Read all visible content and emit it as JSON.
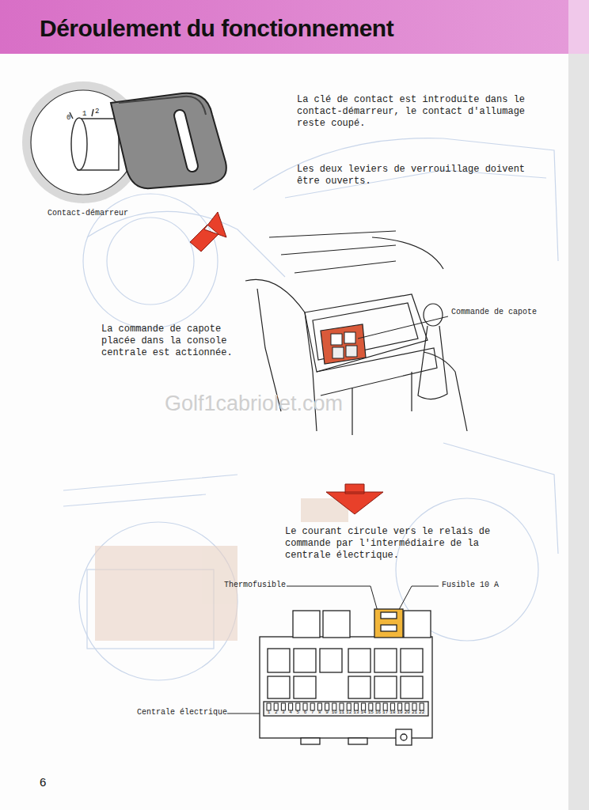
{
  "diagram": {
    "title": "Déroulement du fonctionnement",
    "labels": [
      "0",
      "1",
      "2",
      "La clé de contact est introduite dans le contact-démarreur, le contact d'allumage reste coupé.",
      "Les deux leviers de verrouillage doivent être ouverts.",
      "Contact-démarreur",
      "Commande de capote",
      "La commande de capote placée dans la console centrale est actionnée.",
      "Golf1cabriolet.com",
      "Le courant circule vers le relais de commande par l'intermédiaire de la centrale électrique.",
      "Thermofusible",
      "Fusible 10 A",
      "Centrale électrique",
      "1",
      "2",
      "3",
      "4",
      "5",
      "6",
      "7",
      "8",
      "9",
      "10",
      "11",
      "12",
      "13",
      "14",
      "15",
      "16",
      "17",
      "18",
      "19",
      "20",
      "21",
      "22",
      "6"
    ]
  }
}
